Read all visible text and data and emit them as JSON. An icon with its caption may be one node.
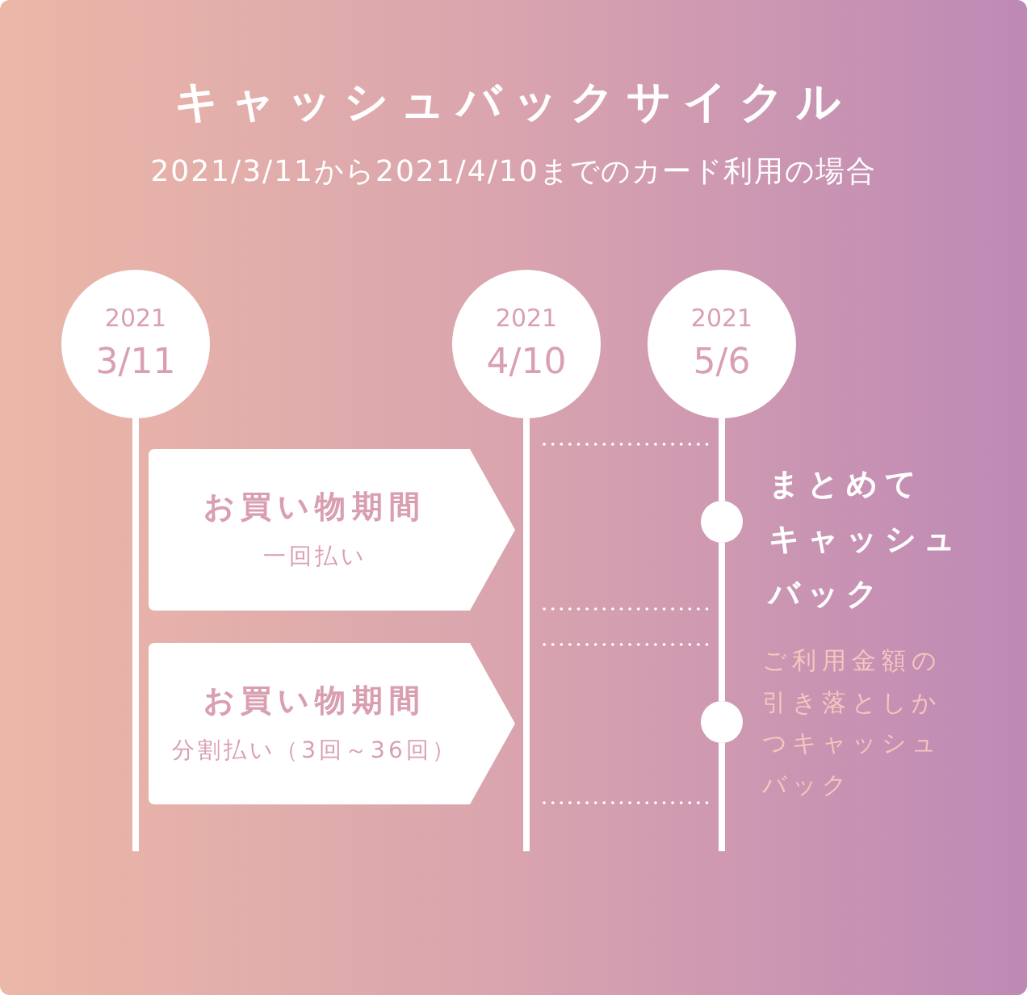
{
  "diagram": {
    "title": "キャッシュバックサイクル",
    "nodes": [
      {
        "text": [
          "2021",
          "3/11"
        ]
      },
      {
        "text": [
          "2021",
          "4/10"
        ]
      },
      {
        "text": [
          "2021",
          "5/6"
        ]
      },
      {
        "text": [
          "お買い物期間",
          "一回払い"
        ]
      },
      {
        "text": [
          "お買い物期間",
          "分割払い（3回～36回）"
        ]
      },
      {
        "text": [],
        "shape": "circle",
        "beside": [
          "まとめてキャッシュバック"
        ]
      },
      {
        "text": [],
        "shape": "circle",
        "beside": [
          "ご利用金額の引き落としかつキャッシュバック"
        ]
      }
    ],
    "edges": [
      {
        "from": 0,
        "to": null,
        "arrow": "none"
      },
      {
        "from": 1,
        "to": null,
        "arrow": "none"
      },
      {
        "from": 2,
        "to": 5,
        "arrow": "none"
      },
      {
        "from": 5,
        "to": 6,
        "arrow": "none"
      },
      {
        "from": 6,
        "to": null,
        "arrow": "none"
      }
    ],
    "labels": [
      "2021/3/11から2021/4/10までのカード利用の場合"
    ]
  }
}
